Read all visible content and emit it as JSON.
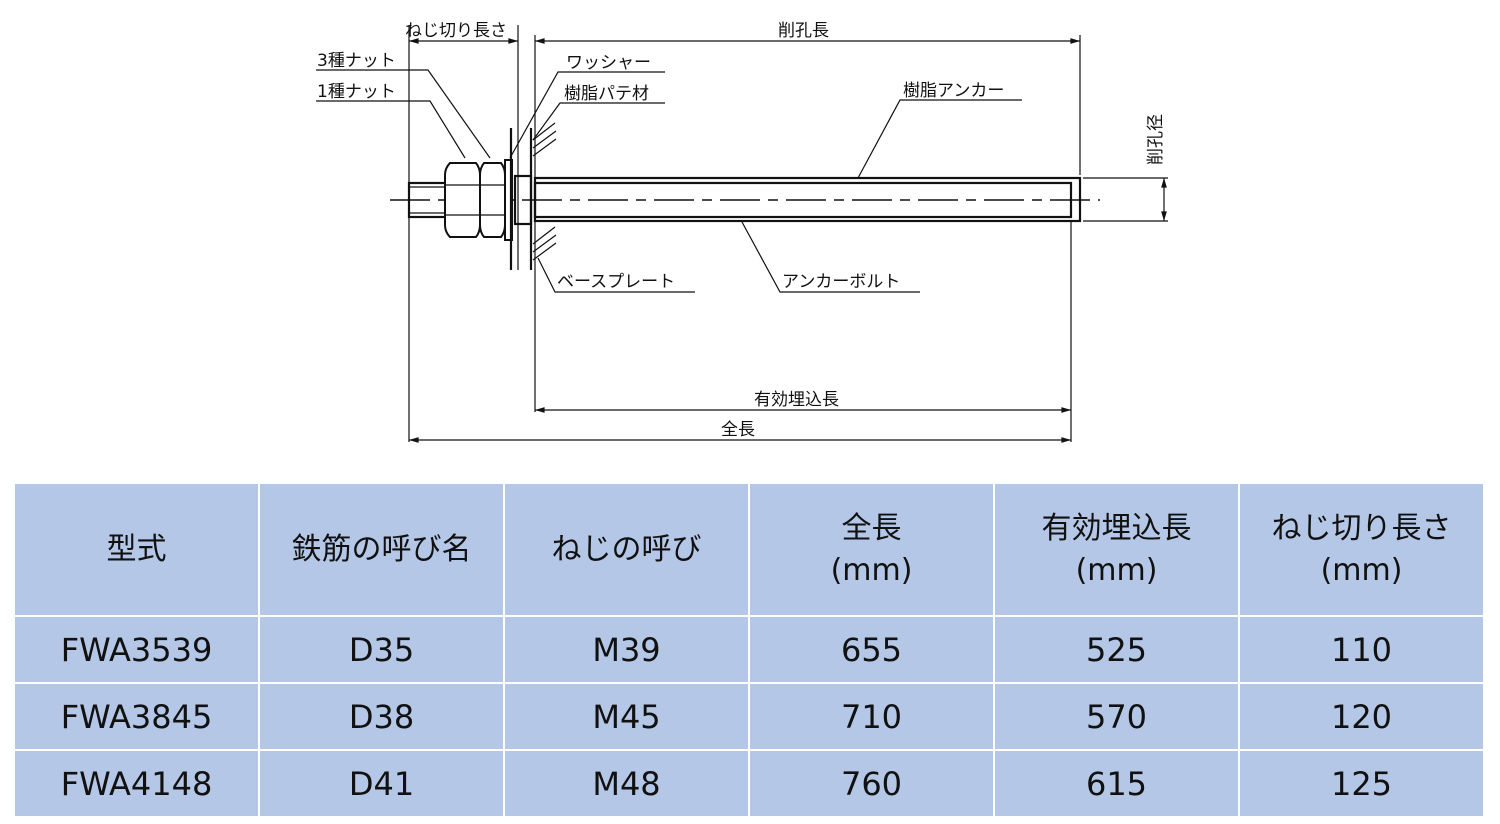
{
  "drawing": {
    "labels": {
      "thread_length": "ねじ切り長さ",
      "drill_length": "削孔長",
      "nut_type3": "3種ナット",
      "nut_type1": "1種ナット",
      "washer": "ワッシャー",
      "resin_putty": "樹脂パテ材",
      "resin_anchor": "樹脂アンカー",
      "drill_diameter": "削孔径",
      "base_plate": "ベースプレート",
      "anchor_bolt": "アンカーボルト",
      "effective_embedment": "有効埋込長",
      "total_length": "全長"
    }
  },
  "table": {
    "headers": [
      "型式",
      "鉄筋の呼び名",
      "ねじの呼び",
      "全長",
      "有効埋込長",
      "ねじ切り長さ"
    ],
    "units": [
      "",
      "",
      "",
      "(mm)",
      "(mm)",
      "(mm)"
    ],
    "rows": [
      [
        "FWA3539",
        "D35",
        "M39",
        "655",
        "525",
        "110"
      ],
      [
        "FWA3845",
        "D38",
        "M45",
        "710",
        "570",
        "120"
      ],
      [
        "FWA4148",
        "D41",
        "M48",
        "760",
        "615",
        "125"
      ]
    ]
  },
  "colors": {
    "table_bg": "#b4c7e7",
    "line": "#111111"
  }
}
